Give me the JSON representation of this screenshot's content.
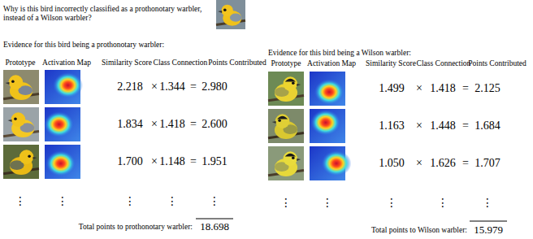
{
  "diagram": {
    "title": "Why is this bird incorrectly classified as a prothonotary warbler, instead of a Wilson warbler?",
    "labels": [
      "Evidence for this bird being a prothonotary warbler:",
      "Prototype",
      "Activation Map",
      "Similarity Score",
      "Class Connection",
      "Points Contributed",
      "2.218",
      "×",
      "1.344",
      "=",
      "2.980",
      "1.834",
      "×",
      "1.418",
      "=",
      "2.600",
      "1.700",
      "×",
      "1.148",
      "=",
      "1.951",
      "⋮",
      "⋮",
      "⋮",
      "⋮",
      "⋮",
      "Total points to prothonotary warbler:",
      "18.698",
      "Evidence for this bird being a Wilson warbler:",
      "Prototype",
      "Activation Map",
      "Similarity Score",
      "Class Connection",
      "Points Contributed",
      "1.499",
      "×",
      "1.418",
      "=",
      "2.125",
      "1.163",
      "×",
      "1.448",
      "=",
      "1.684",
      "1.050",
      "×",
      "1.626",
      "=",
      "1.707",
      "⋮",
      "⋮",
      "⋮",
      "⋮",
      "⋮",
      "Total points to Wilson warbler:",
      "15.979"
    ]
  }
}
